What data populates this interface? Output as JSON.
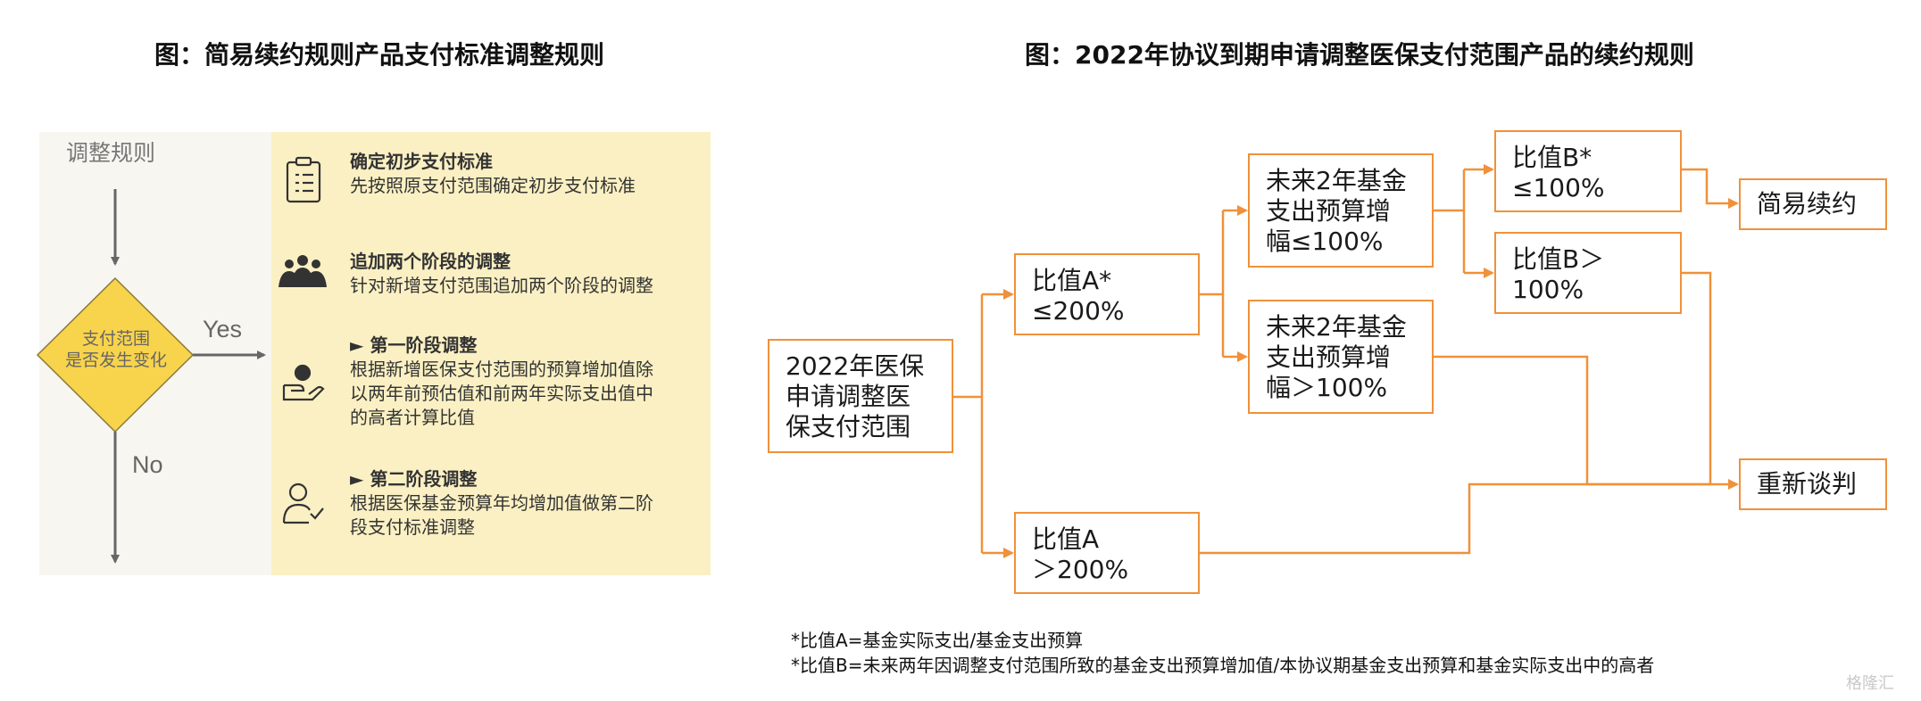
{
  "left_title": "图：简易续约规则产品支付标准调整规则",
  "right_title": "图：2022年协议到期申请调整医保支付范围产品的续约规则",
  "left_panel": {
    "adjust_label": "调整规则",
    "diamond_line1": "支付范围",
    "diamond_line2": "是否发生变化",
    "yes": "Yes",
    "no": "No",
    "steps": [
      {
        "heading": "确定初步支付标准",
        "lines": [
          "先按照原支付范围确定初步支付标准"
        ]
      },
      {
        "heading": "追加两个阶段的调整",
        "lines": [
          "针对新增支付范围追加两个阶段的调整"
        ]
      },
      {
        "heading": "► 第一阶段调整",
        "lines": [
          "根据新增医保支付范围的预算增加值除",
          "以两年前预估值和前两年实际支出值中",
          "的高者计算比值"
        ]
      },
      {
        "heading": "► 第二阶段调整",
        "lines": [
          "根据医保基金预算年均增加值做第二阶",
          "段支付标准调整"
        ]
      }
    ]
  },
  "flowchart": {
    "start": [
      "2022年医保",
      "申请调整医",
      "保支付范围"
    ],
    "ratio_a_le": [
      "比值A*",
      "≤200%"
    ],
    "ratio_a_gt": [
      "比值A",
      "＞200%"
    ],
    "fund_le": [
      "未来2年基金",
      "支出预算增",
      "幅≤100%"
    ],
    "fund_gt": [
      "未来2年基金",
      "支出预算增",
      "幅＞100%"
    ],
    "ratio_b_le": [
      "比值B*",
      "≤100%"
    ],
    "ratio_b_gt": [
      "比值B＞",
      "100%"
    ],
    "simple_renew": "简易续约",
    "renegotiate": "重新谈判"
  },
  "notes": [
    "*比值A=基金实际支出/基金支出预算",
    "*比值B=未来两年因调整支付范围所致的基金支出预算增加值/本协议期基金支出预算和基金实际支出中的高者"
  ],
  "watermark": "格隆汇",
  "colors": {
    "accent": "#f0913a",
    "diamond": "#f8d34c",
    "panel": "#fbf0c3",
    "arrow_gray": "#666666"
  }
}
